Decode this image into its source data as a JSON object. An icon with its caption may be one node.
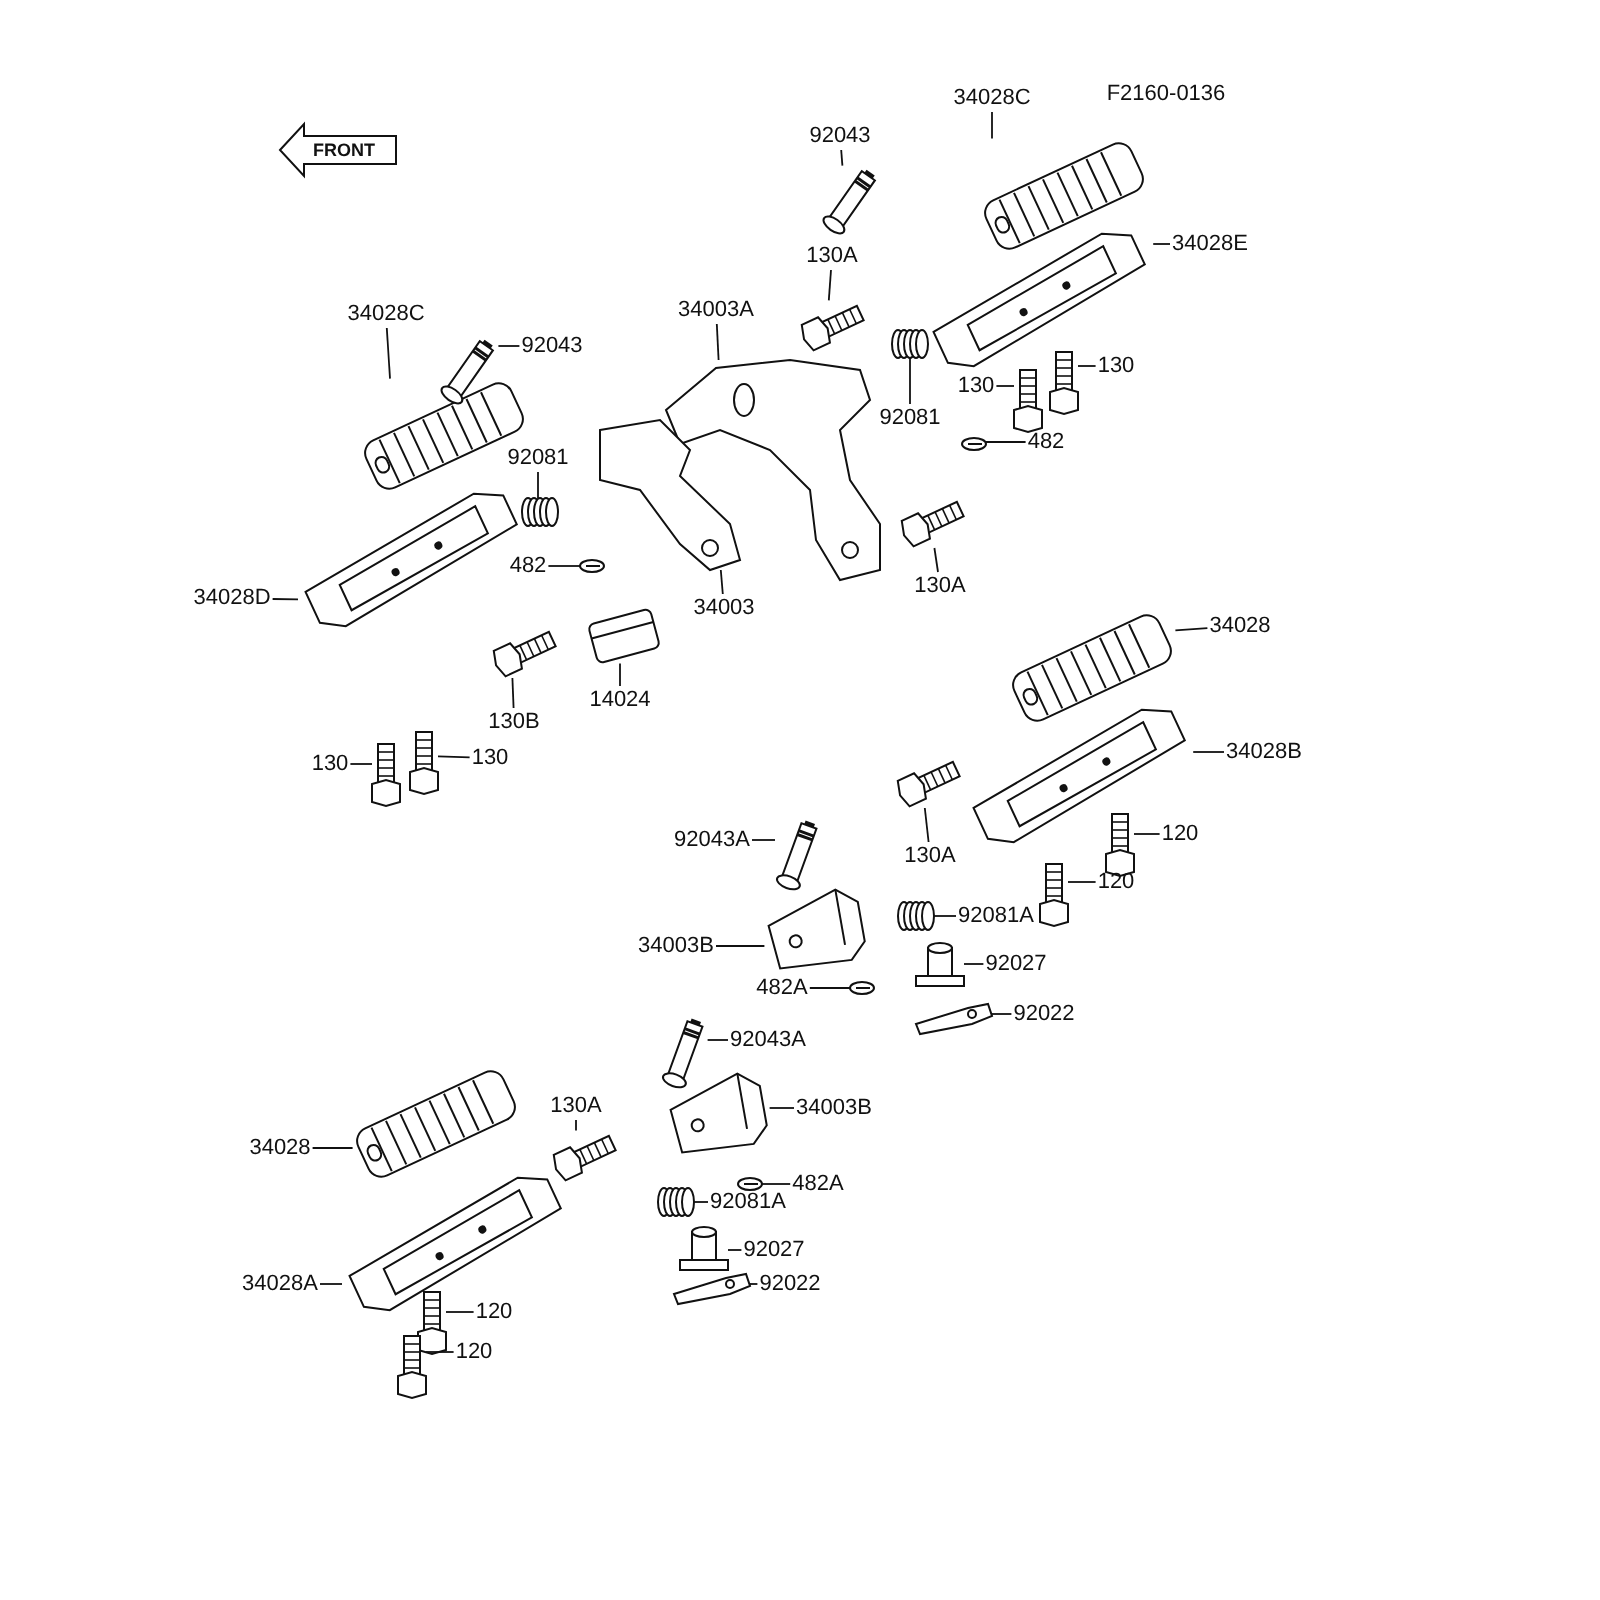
{
  "diagram": {
    "nodes": [
      {
        "text": [
          "34028C"
        ]
      },
      {
        "text": [
          "92043"
        ]
      },
      {
        "text": [
          "34028E"
        ]
      },
      {
        "text": [
          "130A"
        ]
      },
      {
        "text": [
          "34003A"
        ]
      },
      {
        "text": [
          "34028C"
        ]
      },
      {
        "text": [
          "92043"
        ]
      },
      {
        "text": [
          "130"
        ]
      },
      {
        "text": [
          "130"
        ]
      },
      {
        "text": [
          "92081"
        ]
      },
      {
        "text": [
          "482"
        ]
      },
      {
        "text": [
          "92081"
        ]
      },
      {
        "text": [
          "482"
        ]
      },
      {
        "text": [
          "130A"
        ]
      },
      {
        "text": [
          "34028D"
        ]
      },
      {
        "text": [
          "34003"
        ]
      },
      {
        "text": [
          "34028"
        ]
      },
      {
        "text": [
          "14024"
        ]
      },
      {
        "text": [
          "130B"
        ]
      },
      {
        "text": [
          "34028B"
        ]
      },
      {
        "text": [
          "130"
        ]
      },
      {
        "text": [
          "130"
        ]
      },
      {
        "text": [
          "120"
        ]
      },
      {
        "text": [
          "92043A"
        ]
      },
      {
        "text": [
          "130A"
        ]
      },
      {
        "text": [
          "120"
        ]
      },
      {
        "text": [
          "34003B"
        ]
      },
      {
        "text": [
          "92081A"
        ]
      },
      {
        "text": [
          "92027"
        ]
      },
      {
        "text": [
          "482A"
        ]
      },
      {
        "text": [
          "92022"
        ]
      },
      {
        "text": [
          "92043A"
        ]
      },
      {
        "text": [
          "130A"
        ]
      },
      {
        "text": [
          "34003B"
        ]
      },
      {
        "text": [
          "34028"
        ]
      },
      {
        "text": [
          "482A"
        ]
      },
      {
        "text": [
          "92081A"
        ]
      },
      {
        "text": [
          "92027"
        ]
      },
      {
        "text": [
          "34028A"
        ]
      },
      {
        "text": [
          "92022"
        ]
      },
      {
        "text": [
          "120"
        ]
      },
      {
        "text": [
          "120"
        ]
      },
      {
        "text": [],
        "shape": "picture"
      },
      {
        "text": [],
        "shape": "picture"
      },
      {
        "text": [],
        "shape": "picture"
      },
      {
        "text": [],
        "shape": "picture"
      },
      {
        "text": [],
        "shape": "picture"
      },
      {
        "text": [],
        "shape": "picture"
      },
      {
        "text": [],
        "shape": "picture"
      },
      {
        "text": [],
        "shape": "picture"
      },
      {
        "text": [],
        "shape": "picture"
      },
      {
        "text": [],
        "shape": "picture"
      },
      {
        "text": [],
        "shape": "picture"
      },
      {
        "text": [],
        "shape": "picture"
      },
      {
        "text": [],
        "shape": "picture"
      },
      {
        "text": [],
        "shape": "picture"
      },
      {
        "text": [],
        "shape": "picture"
      },
      {
        "text": [],
        "shape": "picture"
      },
      {
        "text": [],
        "shape": "picture"
      },
      {
        "text": [],
        "shape": "picture"
      },
      {
        "text": [],
        "shape": "picture"
      },
      {
        "text": [],
        "shape": "picture"
      },
      {
        "text": [],
        "shape": "picture"
      },
      {
        "text": [],
        "shape": "picture"
      },
      {
        "text": [],
        "shape": "picture"
      },
      {
        "text": [],
        "shape": "picture"
      },
      {
        "text": [],
        "shape": "picture"
      },
      {
        "text": [],
        "shape": "picture"
      },
      {
        "text": [],
        "shape": "picture"
      },
      {
        "text": [],
        "shape": "picture"
      },
      {
        "text": [],
        "shape": "picture"
      },
      {
        "text": [],
        "shape": "picture"
      },
      {
        "text": [],
        "shape": "picture"
      },
      {
        "text": [],
        "shape": "picture"
      },
      {
        "text": [],
        "shape": "picture"
      },
      {
        "text": [],
        "shape": "picture"
      },
      {
        "text": [],
        "shape": "picture"
      },
      {
        "text": [],
        "shape": "picture"
      },
      {
        "text": [],
        "shape": "picture"
      },
      {
        "text": [],
        "shape": "picture"
      },
      {
        "text": [],
        "shape": "picture"
      },
      {
        "text": [],
        "shape": "picture"
      },
      {
        "text": [],
        "shape": "picture"
      },
      {
        "text": [],
        "shape": "picture"
      }
    ],
    "edges": [
      {
        "from": 0,
        "to": 42,
        "arrow": "none"
      },
      {
        "from": 1,
        "to": 44,
        "arrow": "none"
      },
      {
        "from": 2,
        "to": 43,
        "arrow": "none"
      },
      {
        "from": 3,
        "to": 45,
        "arrow": "none"
      },
      {
        "from": 4,
        "to": 82,
        "arrow": "none"
      },
      {
        "from": 5,
        "to": 51,
        "arrow": "none"
      },
      {
        "from": 6,
        "to": 53,
        "arrow": "none"
      },
      {
        "from": 7,
        "to": 47,
        "arrow": "none"
      },
      {
        "from": 8,
        "to": 48,
        "arrow": "none"
      },
      {
        "from": 9,
        "to": 46,
        "arrow": "none"
      },
      {
        "from": 10,
        "to": 49,
        "arrow": "none"
      },
      {
        "from": 11,
        "to": 54,
        "arrow": "none"
      },
      {
        "from": 12,
        "to": 55,
        "arrow": "none"
      },
      {
        "from": 13,
        "to": 50,
        "arrow": "none"
      },
      {
        "from": 14,
        "to": 52,
        "arrow": "none"
      },
      {
        "from": 15,
        "to": 83,
        "arrow": "none"
      },
      {
        "from": 16,
        "to": 60,
        "arrow": "none"
      },
      {
        "from": 17,
        "to": 57,
        "arrow": "none"
      },
      {
        "from": 18,
        "to": 56,
        "arrow": "none"
      },
      {
        "from": 19,
        "to": 61,
        "arrow": "none"
      },
      {
        "from": 20,
        "to": 58,
        "arrow": "none"
      },
      {
        "from": 21,
        "to": 59,
        "arrow": "none"
      },
      {
        "from": 22,
        "to": 62,
        "arrow": "none"
      },
      {
        "from": 23,
        "to": 64,
        "arrow": "none"
      },
      {
        "from": 24,
        "to": 65,
        "arrow": "none"
      },
      {
        "from": 25,
        "to": 63,
        "arrow": "none"
      },
      {
        "from": 26,
        "to": 66,
        "arrow": "none"
      },
      {
        "from": 27,
        "to": 68,
        "arrow": "none"
      },
      {
        "from": 28,
        "to": 69,
        "arrow": "none"
      },
      {
        "from": 29,
        "to": 67,
        "arrow": "none"
      },
      {
        "from": 30,
        "to": 70,
        "arrow": "none"
      },
      {
        "from": 31,
        "to": 74,
        "arrow": "none"
      },
      {
        "from": 32,
        "to": 73,
        "arrow": "none"
      },
      {
        "from": 33,
        "to": 75,
        "arrow": "none"
      },
      {
        "from": 34,
        "to": 71,
        "arrow": "none"
      },
      {
        "from": 35,
        "to": 76,
        "arrow": "none"
      },
      {
        "from": 36,
        "to": 77,
        "arrow": "none"
      },
      {
        "from": 37,
        "to": 78,
        "arrow": "none"
      },
      {
        "from": 38,
        "to": 72,
        "arrow": "none"
      },
      {
        "from": 39,
        "to": 79,
        "arrow": "none"
      },
      {
        "from": 40,
        "to": 80,
        "arrow": "none"
      },
      {
        "from": 41,
        "to": 81,
        "arrow": "none"
      }
    ],
    "labels": [
      "F2160-0136",
      "FRONT"
    ]
  }
}
